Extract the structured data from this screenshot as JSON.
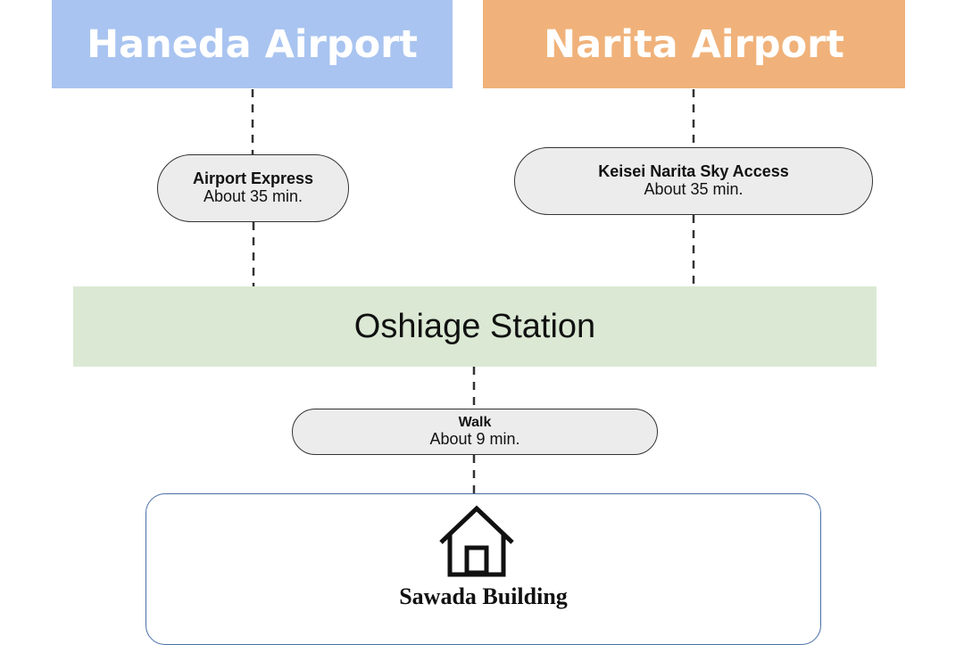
{
  "airports": {
    "haneda": {
      "title": "Haneda Airport",
      "color": "#a9c4f0"
    },
    "narita": {
      "title": "Narita Airport",
      "color": "#f0b27a"
    }
  },
  "routes": {
    "haneda": {
      "name": "Airport Express",
      "time": "About 35 min."
    },
    "narita": {
      "name": "Keisei Narita Sky Access",
      "time": "About 35 min."
    },
    "walk": {
      "name": "Walk",
      "time": "About 9 min."
    }
  },
  "station": {
    "name": "Oshiage Station",
    "color": "#dbe9d4"
  },
  "destination": {
    "name": "Sawada Building",
    "icon": "house-icon"
  }
}
